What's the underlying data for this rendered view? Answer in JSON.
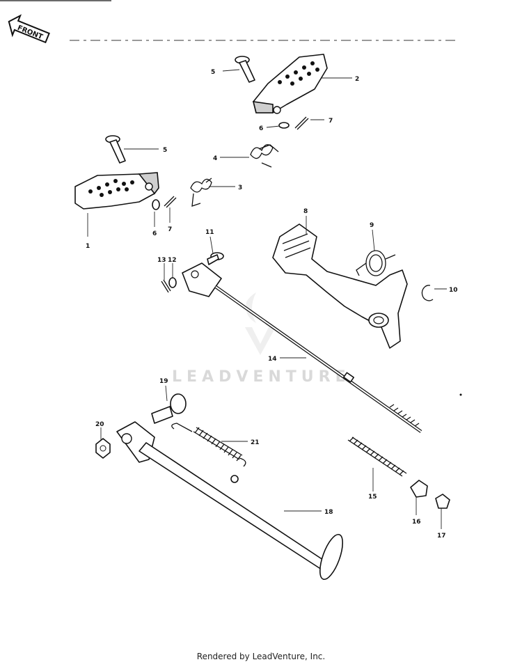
{
  "front_label": "FRONT",
  "watermark": "LEADVENTURE",
  "footer": "Rendered by LeadVenture, Inc.",
  "callouts": {
    "c1": "1",
    "c2": "2",
    "c3": "3",
    "c4": "4",
    "c5a": "5",
    "c5b": "5",
    "c6a": "6",
    "c6b": "6",
    "c7a": "7",
    "c7b": "7",
    "c8": "8",
    "c9": "9",
    "c10": "10",
    "c11": "11",
    "c12": "12",
    "c13": "13",
    "c14": "14",
    "c15": "15",
    "c16": "16",
    "c17": "17",
    "c18": "18",
    "c19": "19",
    "c20": "20",
    "c21": "21"
  }
}
